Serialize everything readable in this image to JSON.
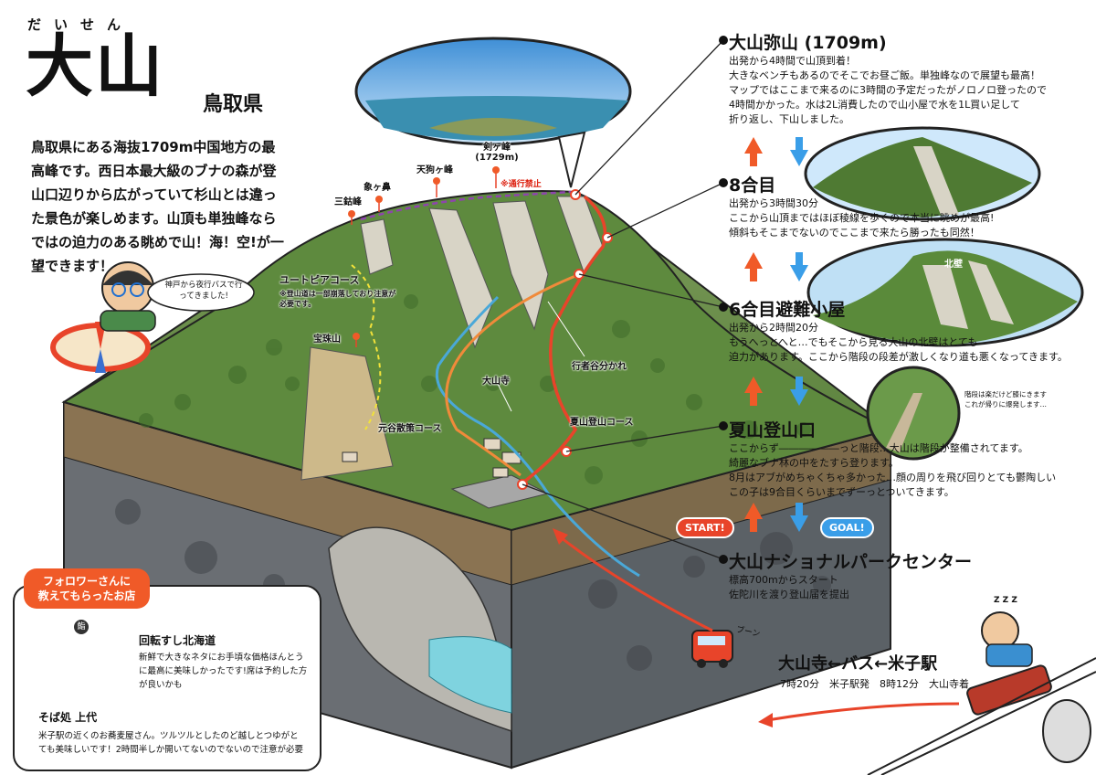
{
  "header": {
    "ruby": "だいせん",
    "title": "大山",
    "prefecture": "鳥取県"
  },
  "intro": "鳥取県にある海抜1709m中国地方の最高峰です。西日本最大級のブナの森が登山口辺りから広がっていて杉山とは違った景色が楽しめます。山頂も単独峰ならではの迫力のある眺めで山！海！空!が一望できます！",
  "bubble_text": "神戸から夜行バスで行ってきました!",
  "peaks": {
    "kenga": "剣ヶ峰",
    "kenga_alt": "(1729m)",
    "tengu": "天狗ヶ峰",
    "zouga": "象ヶ鼻",
    "sanko": "三鈷峰",
    "restricted": "※通行禁止"
  },
  "map_labels": {
    "yutopia": "ユートピアコース",
    "yutopia_note": "※登山道は一部崩落しており注意が必要です。",
    "hoshu": "宝珠山",
    "gyoja": "行者谷分かれ",
    "daisenji_map": "大山寺",
    "natsuyama_course": "夏山登山コース",
    "motodani": "元谷散策コース",
    "kitakabe": "北壁"
  },
  "stops": [
    {
      "title": "大山弥山 (1709m)",
      "lines": [
        "出発から4時間で山頂到着！",
        "大きなベンチもあるのでそこでお昼ご飯。単独峰なので展望も最高！",
        "マップではここまで来るのに3時間の予定だったがノロノロ登ったので",
        "4時間かかった。水は2L消費したので山小屋で水を1L買い足して",
        "折り返し、下山しました。"
      ]
    },
    {
      "title": "8合目",
      "lines": [
        "出発から3時間30分",
        "ここから山頂まではほぼ稜線を歩くので本当に眺めが最高!",
        "傾斜もそこまでないのでここまで来たら勝ったも同然！"
      ]
    },
    {
      "title": "6合目避難小屋",
      "lines": [
        "出発から2時間20分",
        "もうへっとへと…でもそこから見る大山の北壁はとても",
        "迫力があります。ここから階段の段差が激しくなり道も悪くなってきます。"
      ]
    },
    {
      "title": "夏山登山口",
      "lines": [
        "ここからず――――――っと階段…大山は階段が整備されてます。",
        "綺麗なブナ林の中をたすら登ります。",
        "8月はアブがめちゃくちゃ多かった…顔の周りを飛び回りとても鬱陶しい",
        "この子は9合目くらいまでずーっとついてきます。"
      ]
    },
    {
      "title": "大山ナショナルパークセンター",
      "lines": [
        "標高700mからスタート",
        "佐陀川を渡り登山届を提出"
      ]
    }
  ],
  "stairs_caption": [
    "階段は楽だけど膝にきます",
    "これが帰りに爆発します…"
  ],
  "badges": {
    "start": "START!",
    "goal": "GOAL!"
  },
  "bus_sound": "ブーン",
  "sleep_z": "Z Z Z",
  "transit": {
    "route": "大山寺←バス←米子駅",
    "times": "7時20分　米子駅発　8時12分　大山寺着"
  },
  "shops": {
    "header": [
      "フォロワーさんに",
      "教えてもらったお店"
    ],
    "plate": "鮨",
    "shop1_name": "回転すし北海道",
    "shop1_desc": [
      "新鮮で大きなネタにお手頃な価格ほんとう",
      "に最高に美味しかったです!席は予約した方",
      "が良いかも"
    ],
    "shop2_name": "そば処 上代",
    "shop2_desc": [
      "米子駅の近くのお蕎麦屋さん。ツルツルとしたのど越しとつゆがと",
      "ても美味しいです！2時間半しか開いてないのでないので注意が必要"
    ]
  },
  "colors": {
    "route_red": "#e8442a",
    "route_orange": "#f08a3a",
    "stream_blue": "#4aa8d8",
    "forest": "#5a8a3a",
    "arrow_up": "#f05a28",
    "arrow_down": "#3a9ee8"
  }
}
